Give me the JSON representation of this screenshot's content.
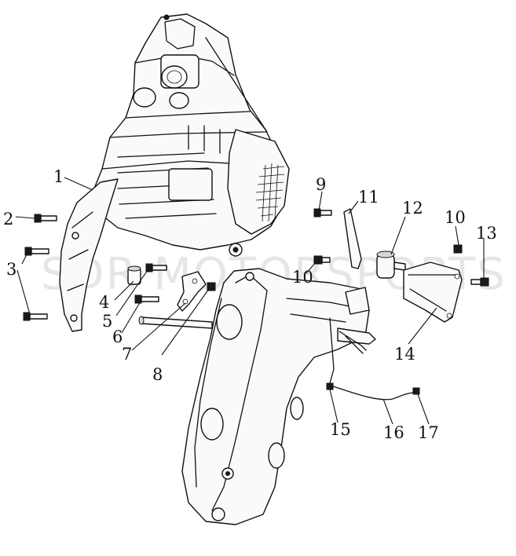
{
  "watermark": "SDR MOTORSPORTS",
  "callouts": [
    "1",
    "2",
    "3",
    "4",
    "5",
    "6",
    "7",
    "8",
    "9",
    "10",
    "10",
    "11",
    "12",
    "13",
    "14",
    "15",
    "16",
    "17"
  ]
}
